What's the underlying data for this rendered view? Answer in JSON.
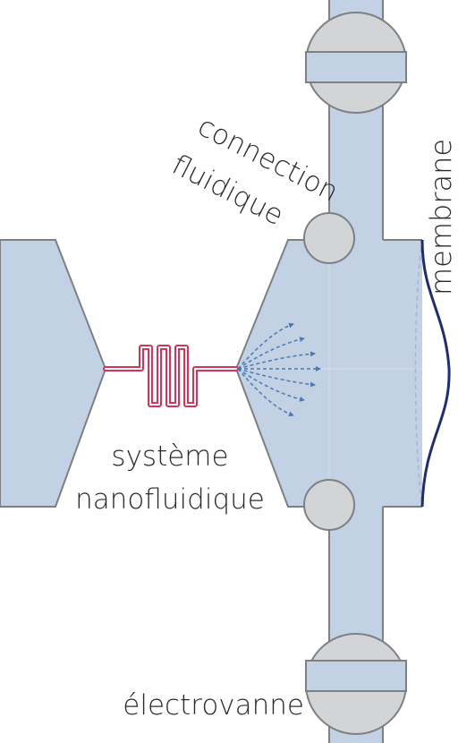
{
  "labels": {
    "connection_line1": "connection",
    "connection_line2": "fluidique",
    "membrane": "membrane",
    "systeme_line1": "système",
    "systeme_line2": "nanofluidique",
    "electrovanne": "électrovanne"
  },
  "colors": {
    "fluid": "#c2d1e3",
    "outline": "#7d8084",
    "valve": "#d3d4d5",
    "nano_channel": "#d6325a",
    "membrane": "#1f2f6e",
    "flow_arrows": "#4a78b8",
    "text": "#2b2b2b"
  }
}
